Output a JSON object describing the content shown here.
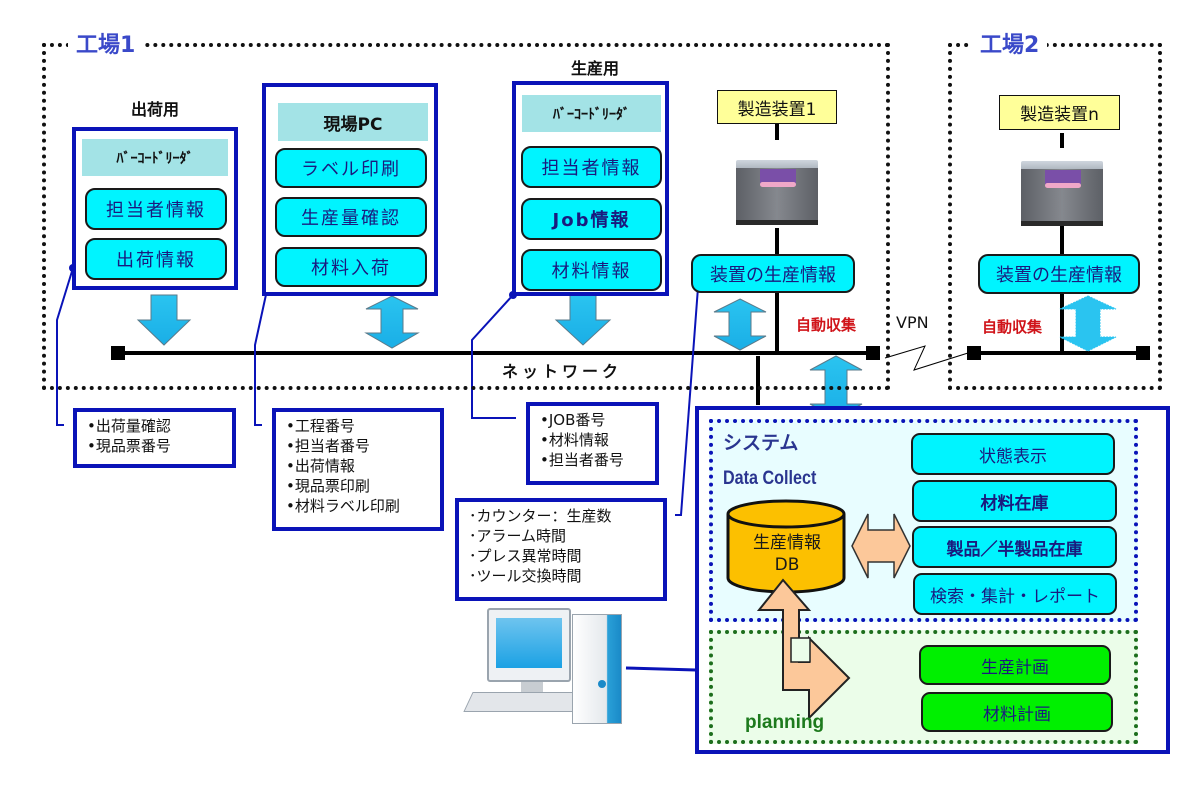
{
  "factory1": {
    "title": "工場1",
    "shipping": {
      "label": "出荷用",
      "header": "ﾊﾞｰｺｰﾄﾞﾘｰﾀﾞ",
      "items": [
        "担当者情報",
        "出荷情報"
      ],
      "note": "•出荷量確認\n•現品票番号"
    },
    "site_pc": {
      "header": "現場PC",
      "items": [
        "ラベル印刷",
        "生産量確認",
        "材料入荷"
      ],
      "note": "•工程番号\n•担当者番号\n•出荷情報\n•現品票印刷\n•材料ラベル印刷"
    },
    "production": {
      "label": "生産用",
      "header": "ﾊﾞｰｺｰﾄﾞﾘｰﾀﾞ",
      "items": [
        "担当者情報",
        "Job情報",
        "材料情報"
      ],
      "note": "•JOB番号\n•材料情報\n•担当者番号"
    },
    "machine": {
      "label": "製造装置1",
      "info": "装置の生産情報",
      "auto_collect": "自動収集",
      "note": "･カウンター：生産数\n･アラーム時間\n･プレス異常時間\n･ツール交換時間"
    },
    "network_label": "ネットワーク"
  },
  "vpn_label": "VPN",
  "factory2": {
    "title": "工場2",
    "machine": {
      "label": "製造装置n",
      "info": "装置の生産情報",
      "auto_collect": "自動収集"
    }
  },
  "system": {
    "title": "システム",
    "data_collect": {
      "title": "Data Collect",
      "db_line1": "生産情報",
      "db_line2": "DB",
      "functions": [
        "状態表示",
        "材料在庫",
        "製品／半製品在庫",
        "検索・集計・レポート"
      ]
    },
    "planning": {
      "title": "planning",
      "items": [
        "生産計画",
        "材料計画"
      ]
    }
  }
}
